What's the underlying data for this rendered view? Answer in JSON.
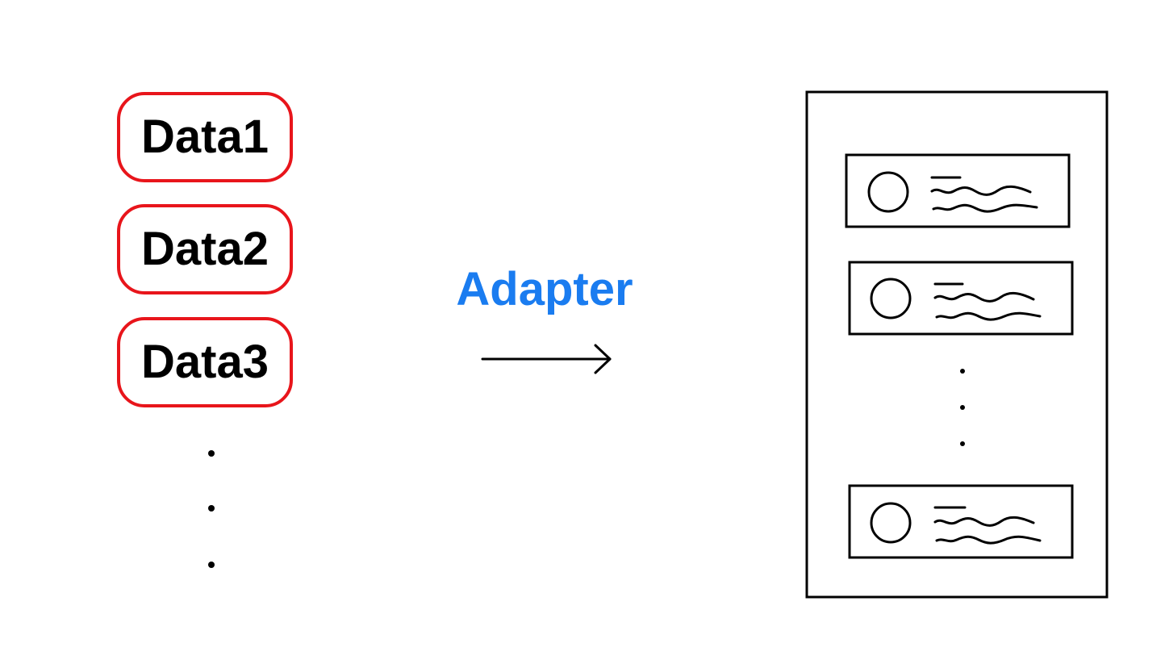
{
  "left_column": {
    "items": [
      {
        "label": "Data1"
      },
      {
        "label": "Data2"
      },
      {
        "label": "Data3"
      }
    ],
    "ellipsis_dots": 3
  },
  "adapter": {
    "label": "Adapter",
    "color": "#1a7cf0"
  },
  "colors": {
    "data_border": "#e8151b",
    "ink": "#000000"
  },
  "list_view": {
    "visible_rows": 3,
    "ellipsis_dots": 3,
    "row_icon": "circle-avatar-icon",
    "row_text": "scribble-text-lines"
  }
}
